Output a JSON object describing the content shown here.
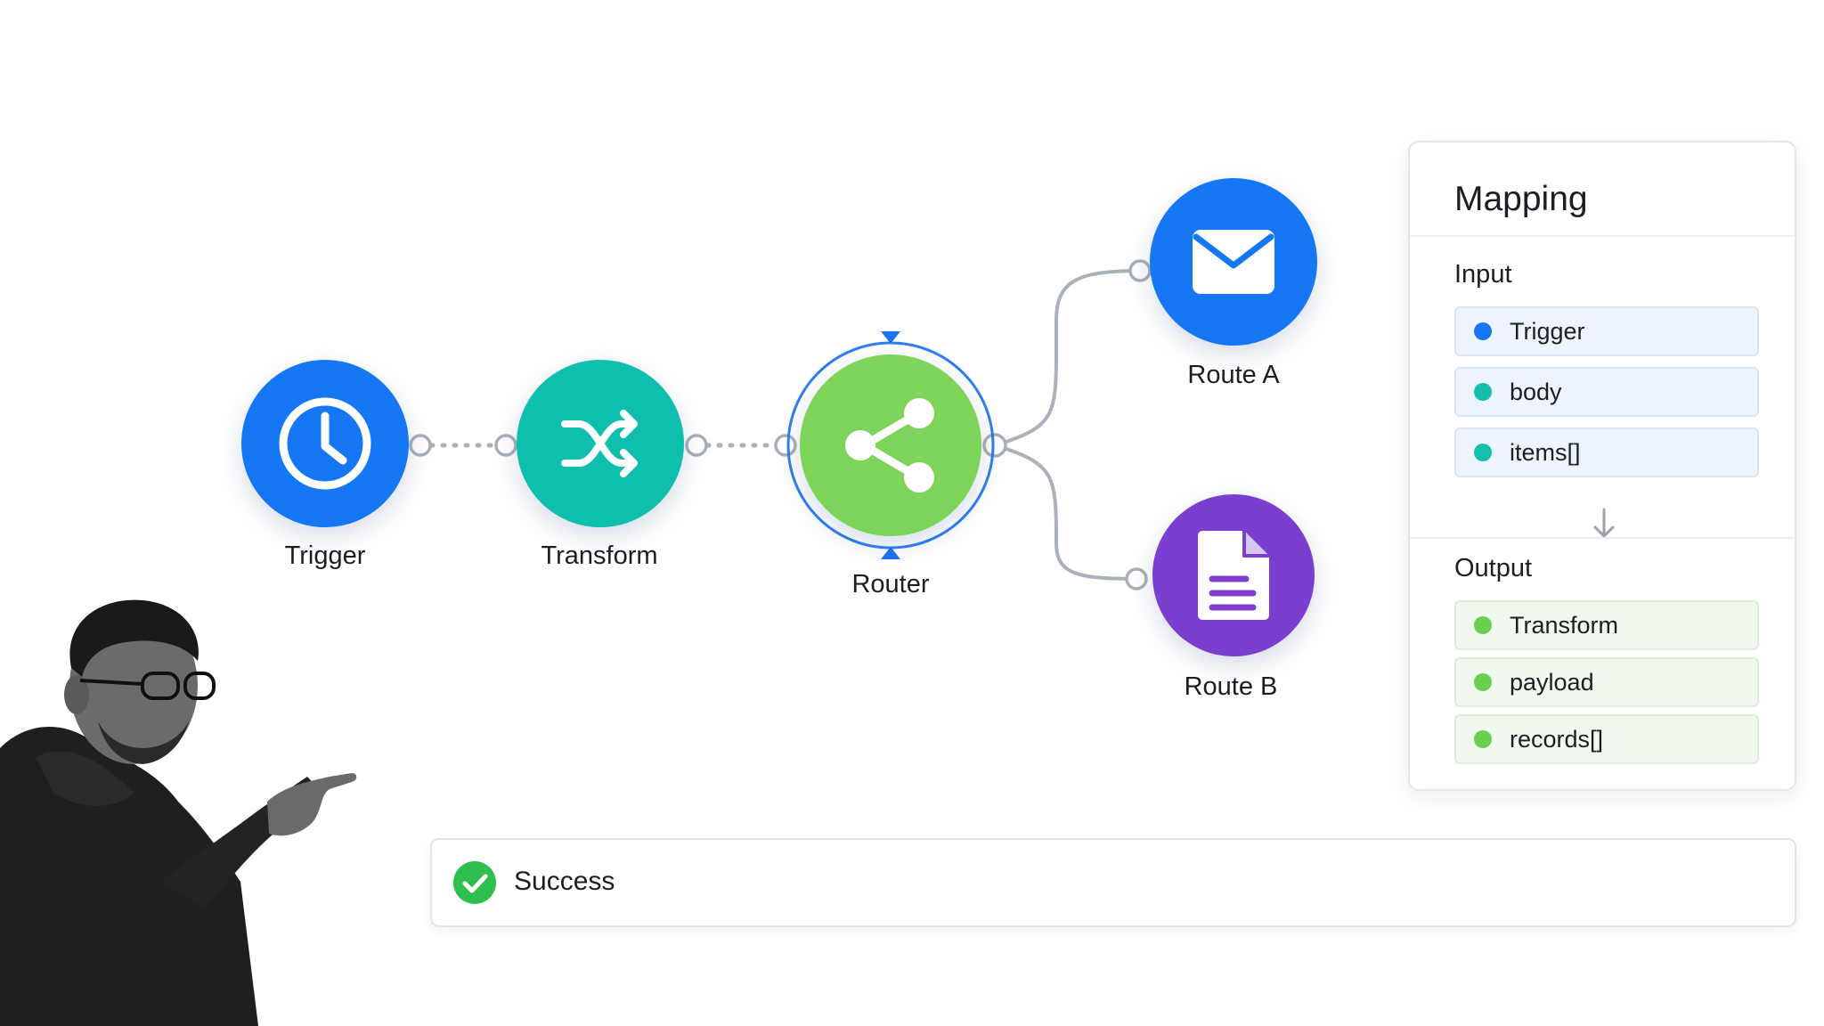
{
  "workflow": {
    "nodes": [
      {
        "id": "trigger",
        "label": "Trigger",
        "icon": "clock-icon",
        "color": "#1677f5"
      },
      {
        "id": "transform",
        "label": "Transform",
        "icon": "shuffle-icon",
        "color": "#0fbfae"
      },
      {
        "id": "router",
        "label": "Router",
        "icon": "share-icon",
        "color": "#7ed35a"
      },
      {
        "id": "route_a",
        "label": "Route A",
        "icon": "envelope-icon",
        "color": "#1677f5"
      },
      {
        "id": "route_b",
        "label": "Route B",
        "icon": "document-icon",
        "color": "#7b3fd0"
      }
    ]
  },
  "mapping": {
    "title": "Mapping",
    "input": {
      "title": "Input",
      "fields": [
        {
          "label": "Trigger",
          "dot": "#1677f5"
        },
        {
          "label": "body",
          "dot": "#14bfae"
        },
        {
          "label": "items[]",
          "dot": "#14bfae"
        }
      ]
    },
    "arrow_icon": "arrow-down-icon",
    "output": {
      "title": "Output",
      "fields": [
        {
          "label": "Transform",
          "dot": "#6ccf52"
        },
        {
          "label": "payload",
          "dot": "#6ccf52"
        },
        {
          "label": "records[]",
          "dot": "#6ccf52"
        }
      ]
    }
  },
  "status": {
    "label": "Success",
    "icon": "check-circle-icon",
    "color": "#2fbf4e"
  }
}
